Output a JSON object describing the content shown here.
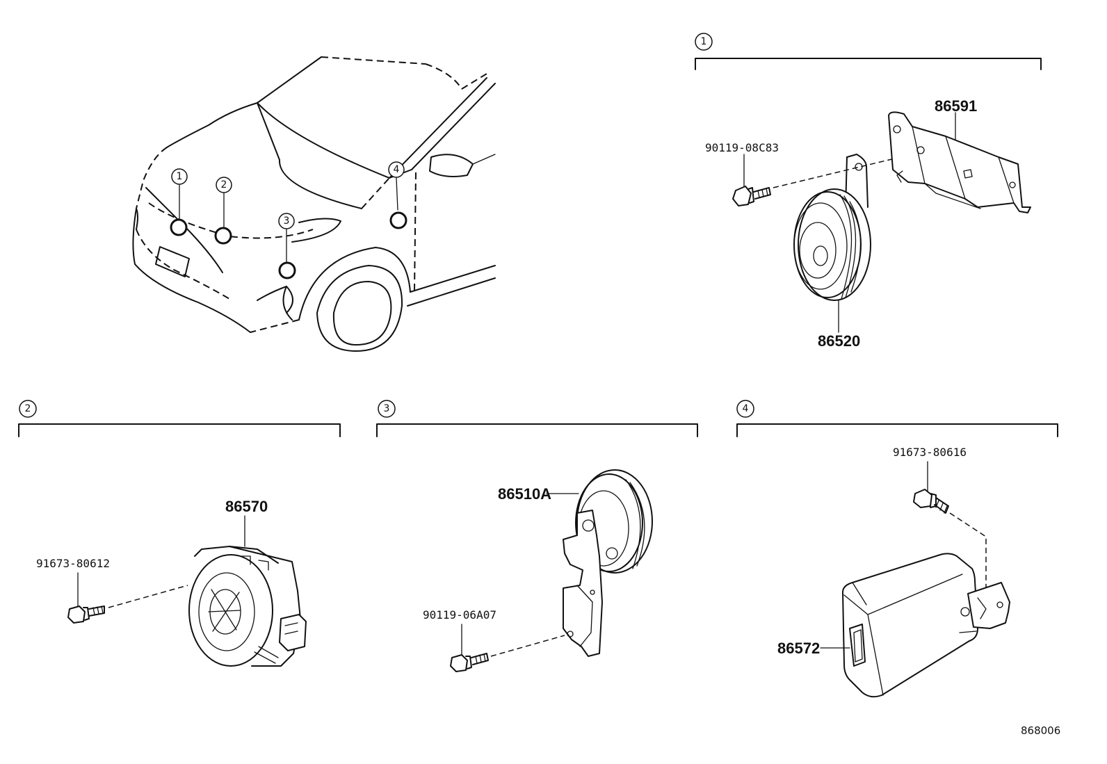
{
  "overview": {
    "callouts": [
      "1",
      "2",
      "3",
      "4"
    ]
  },
  "section1": {
    "number": "1",
    "parts": {
      "bolt": "90119-08C83",
      "bracket": "86591",
      "horn": "86520"
    }
  },
  "section2": {
    "number": "2",
    "parts": {
      "bolt": "91673-80612",
      "assembly": "86570"
    }
  },
  "section3": {
    "number": "3",
    "parts": {
      "horn": "86510A",
      "bolt": "90119-06A07"
    }
  },
  "section4": {
    "number": "4",
    "parts": {
      "bolt": "91673-80616",
      "module": "86572"
    }
  },
  "diagram_code": "868006"
}
